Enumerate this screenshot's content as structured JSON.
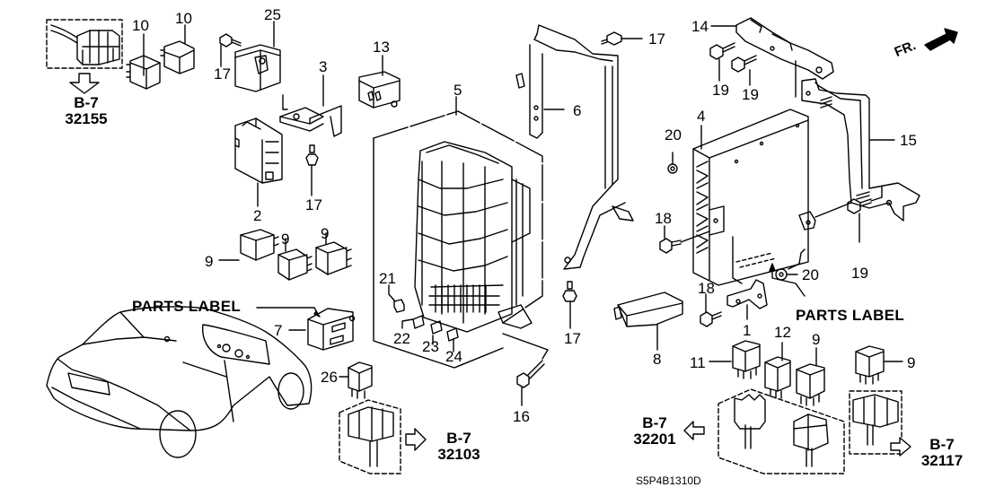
{
  "diagram": {
    "title": "Control unit (cabin) parts diagram",
    "diagram_code": "S5P4B1310D",
    "direction_indicator": "FR.",
    "parts_label_text": "PARTS LABEL",
    "callouts": [
      {
        "id": "c10a",
        "number": "10"
      },
      {
        "id": "c10b",
        "number": "10"
      },
      {
        "id": "c25",
        "number": "25"
      },
      {
        "id": "c17a",
        "number": "17"
      },
      {
        "id": "c3",
        "number": "3"
      },
      {
        "id": "c13",
        "number": "13"
      },
      {
        "id": "c5",
        "number": "5"
      },
      {
        "id": "c6",
        "number": "6"
      },
      {
        "id": "c17b",
        "number": "17"
      },
      {
        "id": "c14",
        "number": "14"
      },
      {
        "id": "c19a",
        "number": "19"
      },
      {
        "id": "c19b",
        "number": "19"
      },
      {
        "id": "c4",
        "number": "4"
      },
      {
        "id": "c15",
        "number": "15"
      },
      {
        "id": "c20a",
        "number": "20"
      },
      {
        "id": "c2",
        "number": "2"
      },
      {
        "id": "c17c",
        "number": "17"
      },
      {
        "id": "c9a",
        "number": "9"
      },
      {
        "id": "c9b",
        "number": "9"
      },
      {
        "id": "c9c",
        "number": "9"
      },
      {
        "id": "c7",
        "number": "7"
      },
      {
        "id": "c21",
        "number": "21"
      },
      {
        "id": "c22",
        "number": "22"
      },
      {
        "id": "c23",
        "number": "23"
      },
      {
        "id": "c24",
        "number": "24"
      },
      {
        "id": "c17d",
        "number": "17"
      },
      {
        "id": "c16",
        "number": "16"
      },
      {
        "id": "c26",
        "number": "26"
      },
      {
        "id": "c8",
        "number": "8"
      },
      {
        "id": "c18a",
        "number": "18"
      },
      {
        "id": "c18b",
        "number": "18"
      },
      {
        "id": "c20b",
        "number": "20"
      },
      {
        "id": "c19c",
        "number": "19"
      },
      {
        "id": "c1",
        "number": "1"
      },
      {
        "id": "c11",
        "number": "11"
      },
      {
        "id": "c12",
        "number": "12"
      },
      {
        "id": "c9d",
        "number": "9"
      },
      {
        "id": "c9e",
        "number": "9"
      }
    ],
    "references": [
      {
        "section": "B-7",
        "number": "32155"
      },
      {
        "section": "B-7",
        "number": "32103"
      },
      {
        "section": "B-7",
        "number": "32201"
      },
      {
        "section": "B-7",
        "number": "32117"
      }
    ]
  }
}
